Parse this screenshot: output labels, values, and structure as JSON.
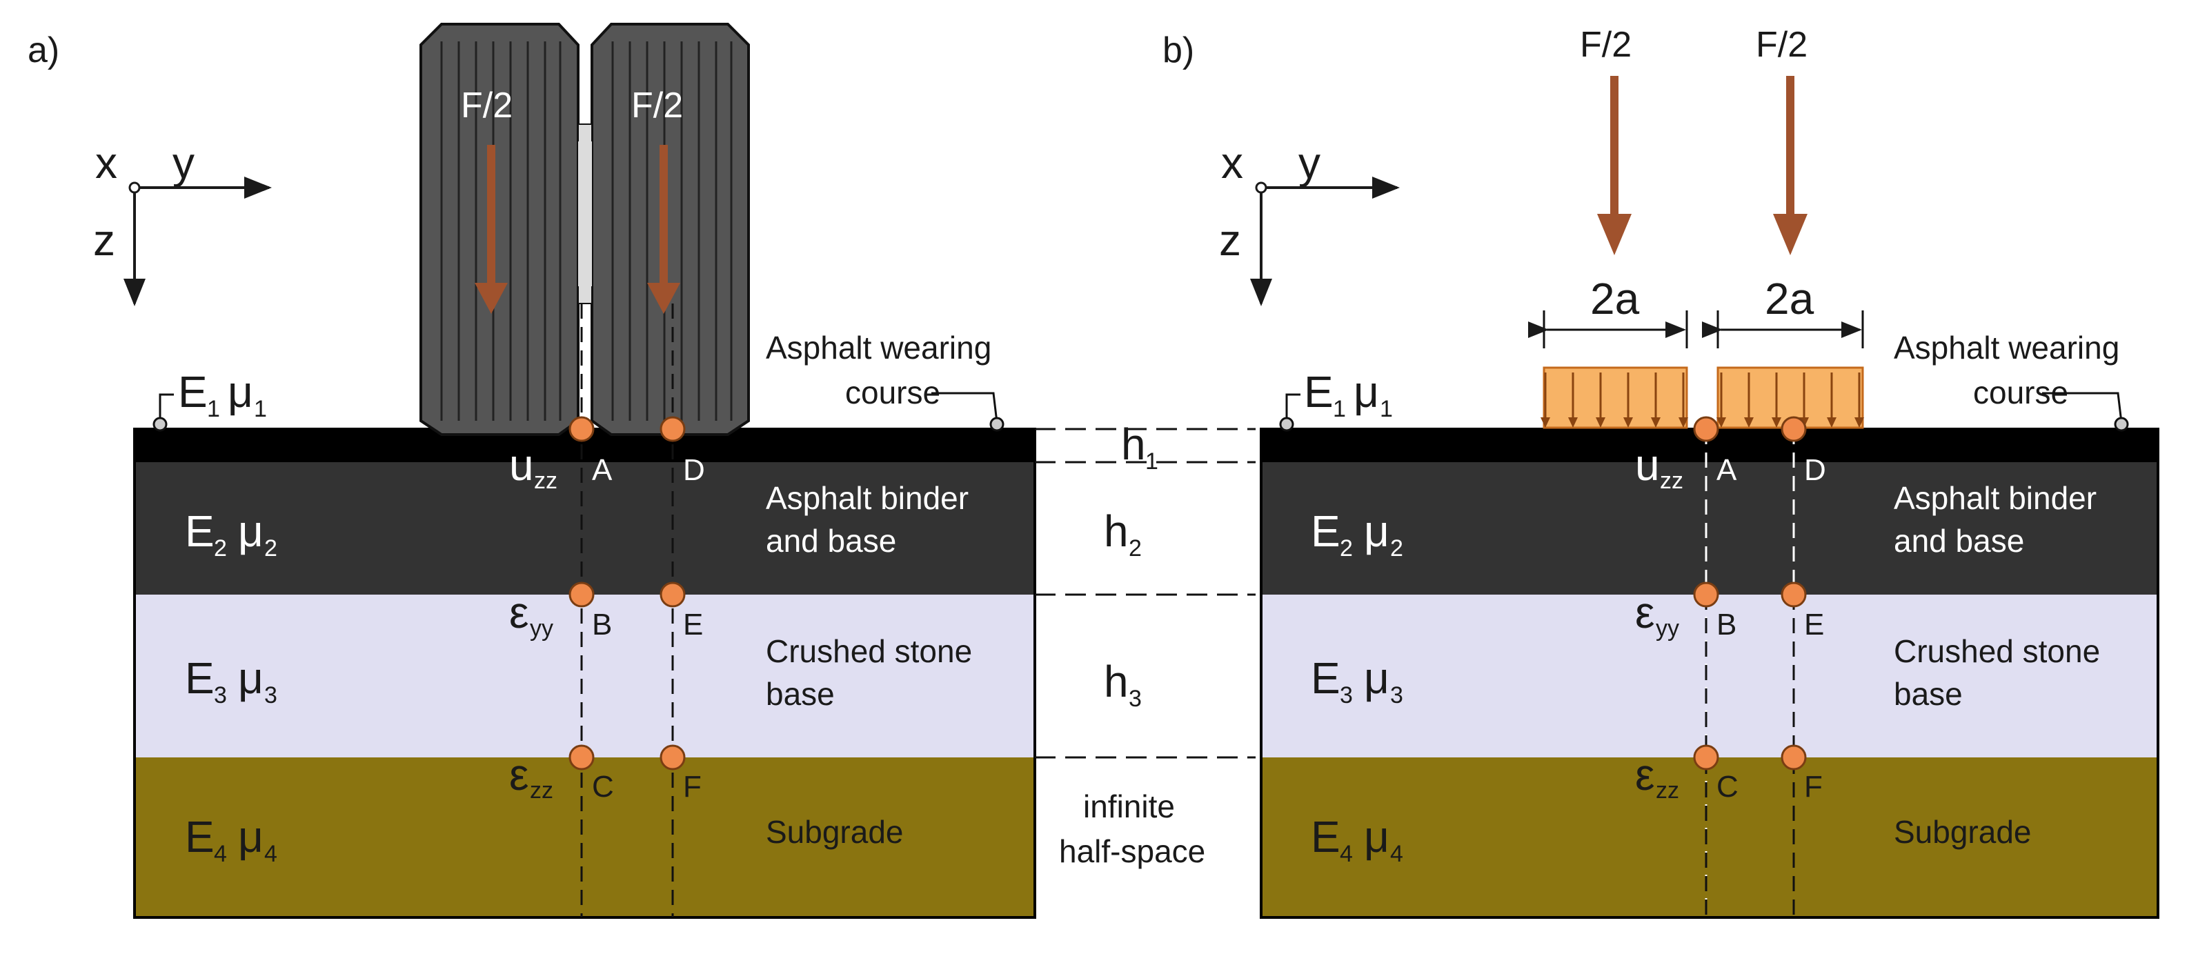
{
  "panels": [
    {
      "tag": "a)",
      "label_A": "A",
      "label_B": "B",
      "label_C": "C",
      "label_D": "D",
      "label_E": "E",
      "label_F": "F"
    },
    {
      "tag": "b)",
      "label_A": "A",
      "label_B": "B",
      "label_C": "C",
      "label_D": "D",
      "label_E": "E",
      "label_F": "F"
    }
  ],
  "axes": {
    "x": "x",
    "y": "y",
    "z": "z"
  },
  "load": {
    "force": "F/2",
    "width": "2a"
  },
  "measures": {
    "u": "u",
    "u_sub": "zz",
    "eps": "ε",
    "eps_yy_sub": "yy",
    "eps_zz_sub": "zz"
  },
  "layers": [
    {
      "E": "E",
      "mu": "μ",
      "idx": "1",
      "name": [
        "Asphalt wearing",
        "course"
      ],
      "thickness": "h",
      "thickness_idx": "1",
      "color": "#000000"
    },
    {
      "E": "E",
      "mu": "μ",
      "idx": "2",
      "name": [
        "Asphalt binder",
        "and base"
      ],
      "thickness": "h",
      "thickness_idx": "2",
      "color": "#333333"
    },
    {
      "E": "E",
      "mu": "μ",
      "idx": "3",
      "name": [
        "Crushed stone",
        "base"
      ],
      "thickness": "h",
      "thickness_idx": "3",
      "color": "#e0dff2"
    },
    {
      "E": "E",
      "mu": "μ",
      "idx": "4",
      "name": [
        "Subgrade"
      ],
      "thickness_text": [
        "infinite",
        "half-space"
      ],
      "color": "#8a7410"
    }
  ],
  "colors": {
    "point": "#f08a4b",
    "arrow": "#a0522d",
    "pressure_fill": "#f7b366",
    "pressure_edge": "#c46a1c",
    "tire": "#555555"
  }
}
